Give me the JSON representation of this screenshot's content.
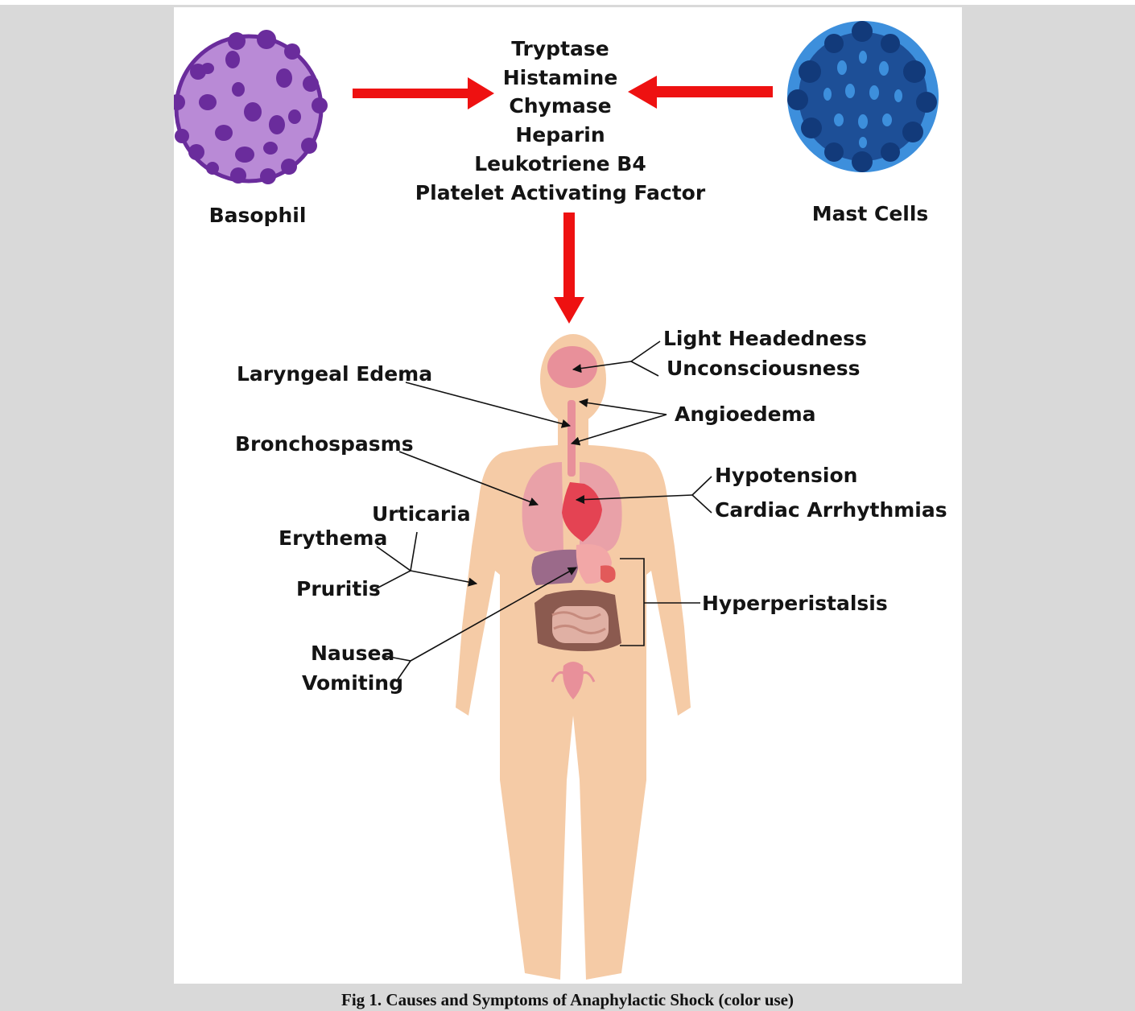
{
  "figure": {
    "cells": {
      "basophil": "Basophil",
      "mast_cells": "Mast Cells"
    },
    "mediators": [
      "Tryptase",
      "Histamine",
      "Chymase",
      "Heparin",
      "Leukotriene B4",
      "Platelet Activating Factor"
    ],
    "symptoms": {
      "light_headedness": "Light Headedness",
      "unconsciousness": "Unconsciousness",
      "laryngeal_edema": "Laryngeal Edema",
      "angioedema": "Angioedema",
      "bronchospasms": "Bronchospasms",
      "hypotension": "Hypotension",
      "cardiac_arrhythmias": "Cardiac Arrhythmias",
      "urticaria": "Urticaria",
      "erythema": "Erythema",
      "pruritis": "Pruritis",
      "hyperperistalsis": "Hyperperistalsis",
      "nausea": "Nausea",
      "vomiting": "Vomiting"
    },
    "colors": {
      "arrow": "#ee1111",
      "basophil": "#b98ad6",
      "basophil_granule": "#6a2c9c",
      "mast_cell": "#3d8fdc",
      "mast_cell_granule": "#123a7a",
      "skin": "#f5cba6",
      "organ": "#e8909a"
    }
  },
  "caption": "Fig 1. Causes and Symptoms of Anaphylactic Shock (color use)"
}
